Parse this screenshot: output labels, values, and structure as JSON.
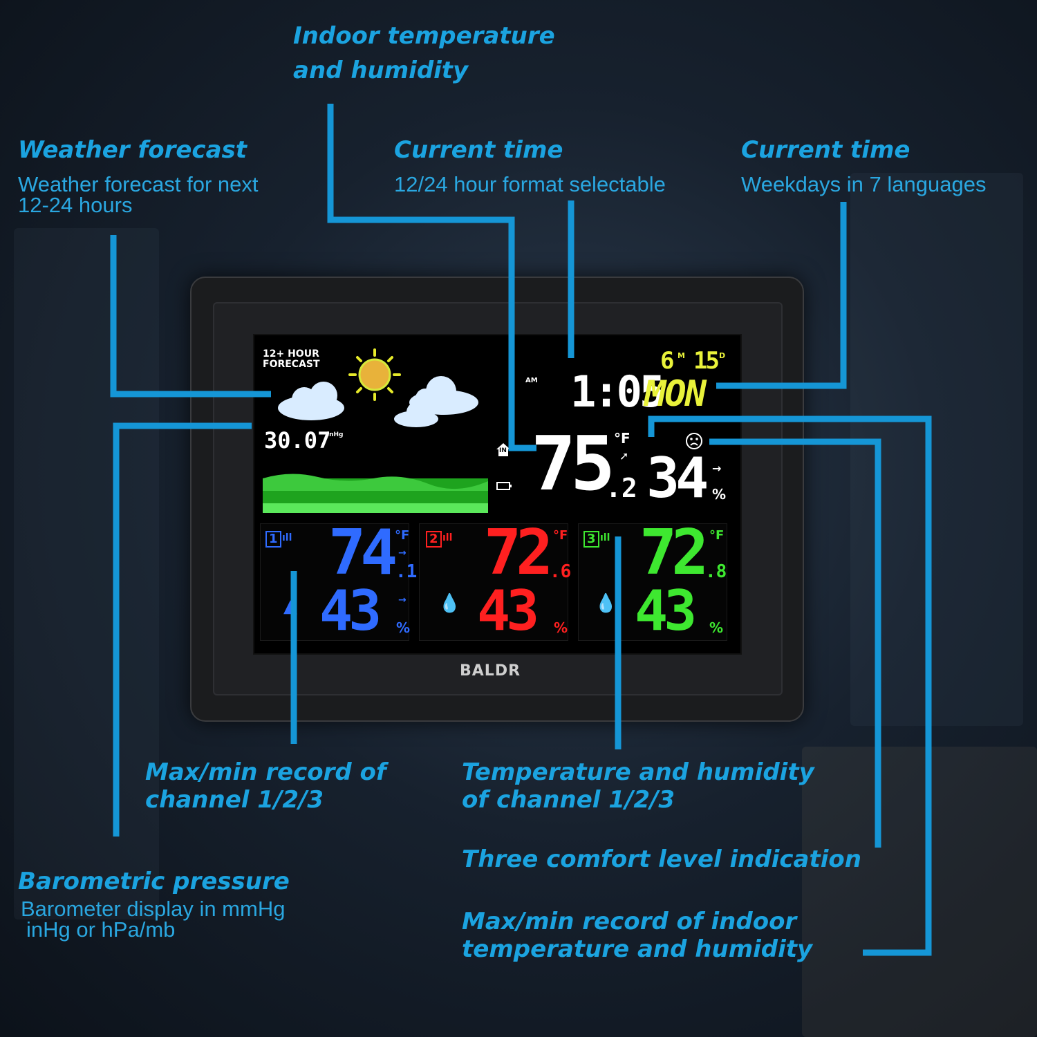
{
  "annotations": {
    "indoor": {
      "title_line1": "Indoor temperature",
      "title_line2": "and humidity"
    },
    "forecast": {
      "title": "Weather forecast",
      "sub_line1": "Weather forecast for next",
      "sub_line2": "12-24 hours"
    },
    "time_format": {
      "title": "Current time",
      "sub": "12/24 hour format selectable"
    },
    "time_weekday": {
      "title": "Current time",
      "sub": "Weekdays in 7 languages"
    },
    "maxmin_channel": {
      "line1": "Max/min record of",
      "line2": "channel 1/2/3"
    },
    "channel_th": {
      "line1": "Temperature and humidity",
      "line2": "of channel 1/2/3"
    },
    "comfort": {
      "text": "Three comfort level indication"
    },
    "maxmin_indoor": {
      "line1": "Max/min record of indoor",
      "line2": "temperature and humidity"
    },
    "barometric": {
      "title": "Barometric pressure",
      "sub_line1": "Barometer display in mmHg",
      "sub_line2": "inHg or hPa/mb"
    }
  },
  "display": {
    "forecast_label_line1": "12+ HOUR",
    "forecast_label_line2": "FORECAST",
    "pressure_value": "30.07",
    "pressure_unit": "inHg",
    "am_label": "AM",
    "time": "1:05",
    "month": "6",
    "month_suffix": "M",
    "day": "15",
    "day_suffix": "D",
    "weekday": "MON",
    "indoor_label": "IN",
    "indoor_temp_int": "75",
    "indoor_temp_dec": ".2",
    "temp_unit": "°F",
    "indoor_humidity": "34",
    "percent": "%",
    "brand": "BALDR",
    "channels": [
      {
        "number": "1",
        "temp_int": "74",
        "temp_dec": ".1",
        "humidity": "43",
        "color": "#2f6bff"
      },
      {
        "number": "2",
        "temp_int": "72",
        "temp_dec": ".6",
        "humidity": "43",
        "color": "#ff2020"
      },
      {
        "number": "3",
        "temp_int": "72",
        "temp_dec": ".8",
        "humidity": "43",
        "color": "#3ee830"
      }
    ]
  },
  "colors": {
    "annotation": "#1ba3e0",
    "leader": "#1596d6",
    "time": "#ffffff",
    "date": "#e9f23a"
  }
}
